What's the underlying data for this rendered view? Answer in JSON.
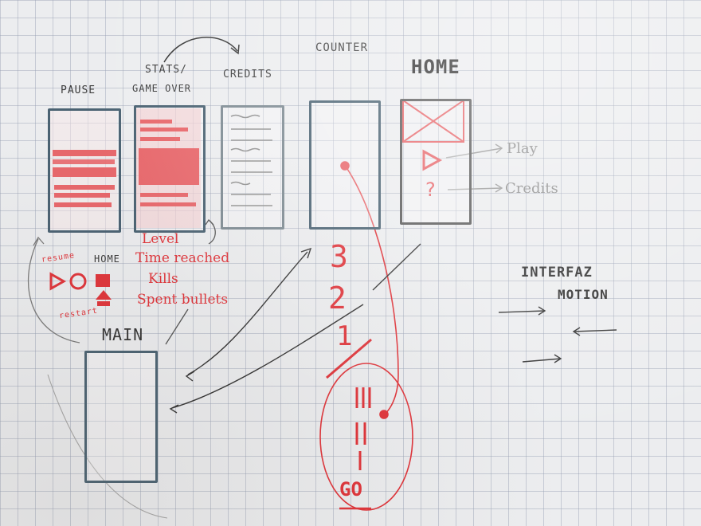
{
  "screens": {
    "pause": "PAUSE",
    "stats": "STATS/",
    "game_over": "GAME OVER",
    "credits": "CREDITS",
    "counter": "COUNTER",
    "home": "HOME",
    "main": "MAIN"
  },
  "home_links": {
    "play": "Play",
    "credits": "Credits"
  },
  "pause_actions": {
    "resume": "resume",
    "home": "HOME",
    "restart": "restart"
  },
  "stats_list": [
    "Level",
    "Time reached",
    "Kills",
    "Spent bullets"
  ],
  "countdown": [
    "3",
    "2",
    "1",
    "GO"
  ],
  "section": {
    "line1": "INTERFAZ",
    "line2": "MOTION"
  },
  "colors": {
    "red_ink": "#e0343a",
    "blue_pencil": "#4a6272",
    "grey_pencil": "#8e8e8e"
  }
}
